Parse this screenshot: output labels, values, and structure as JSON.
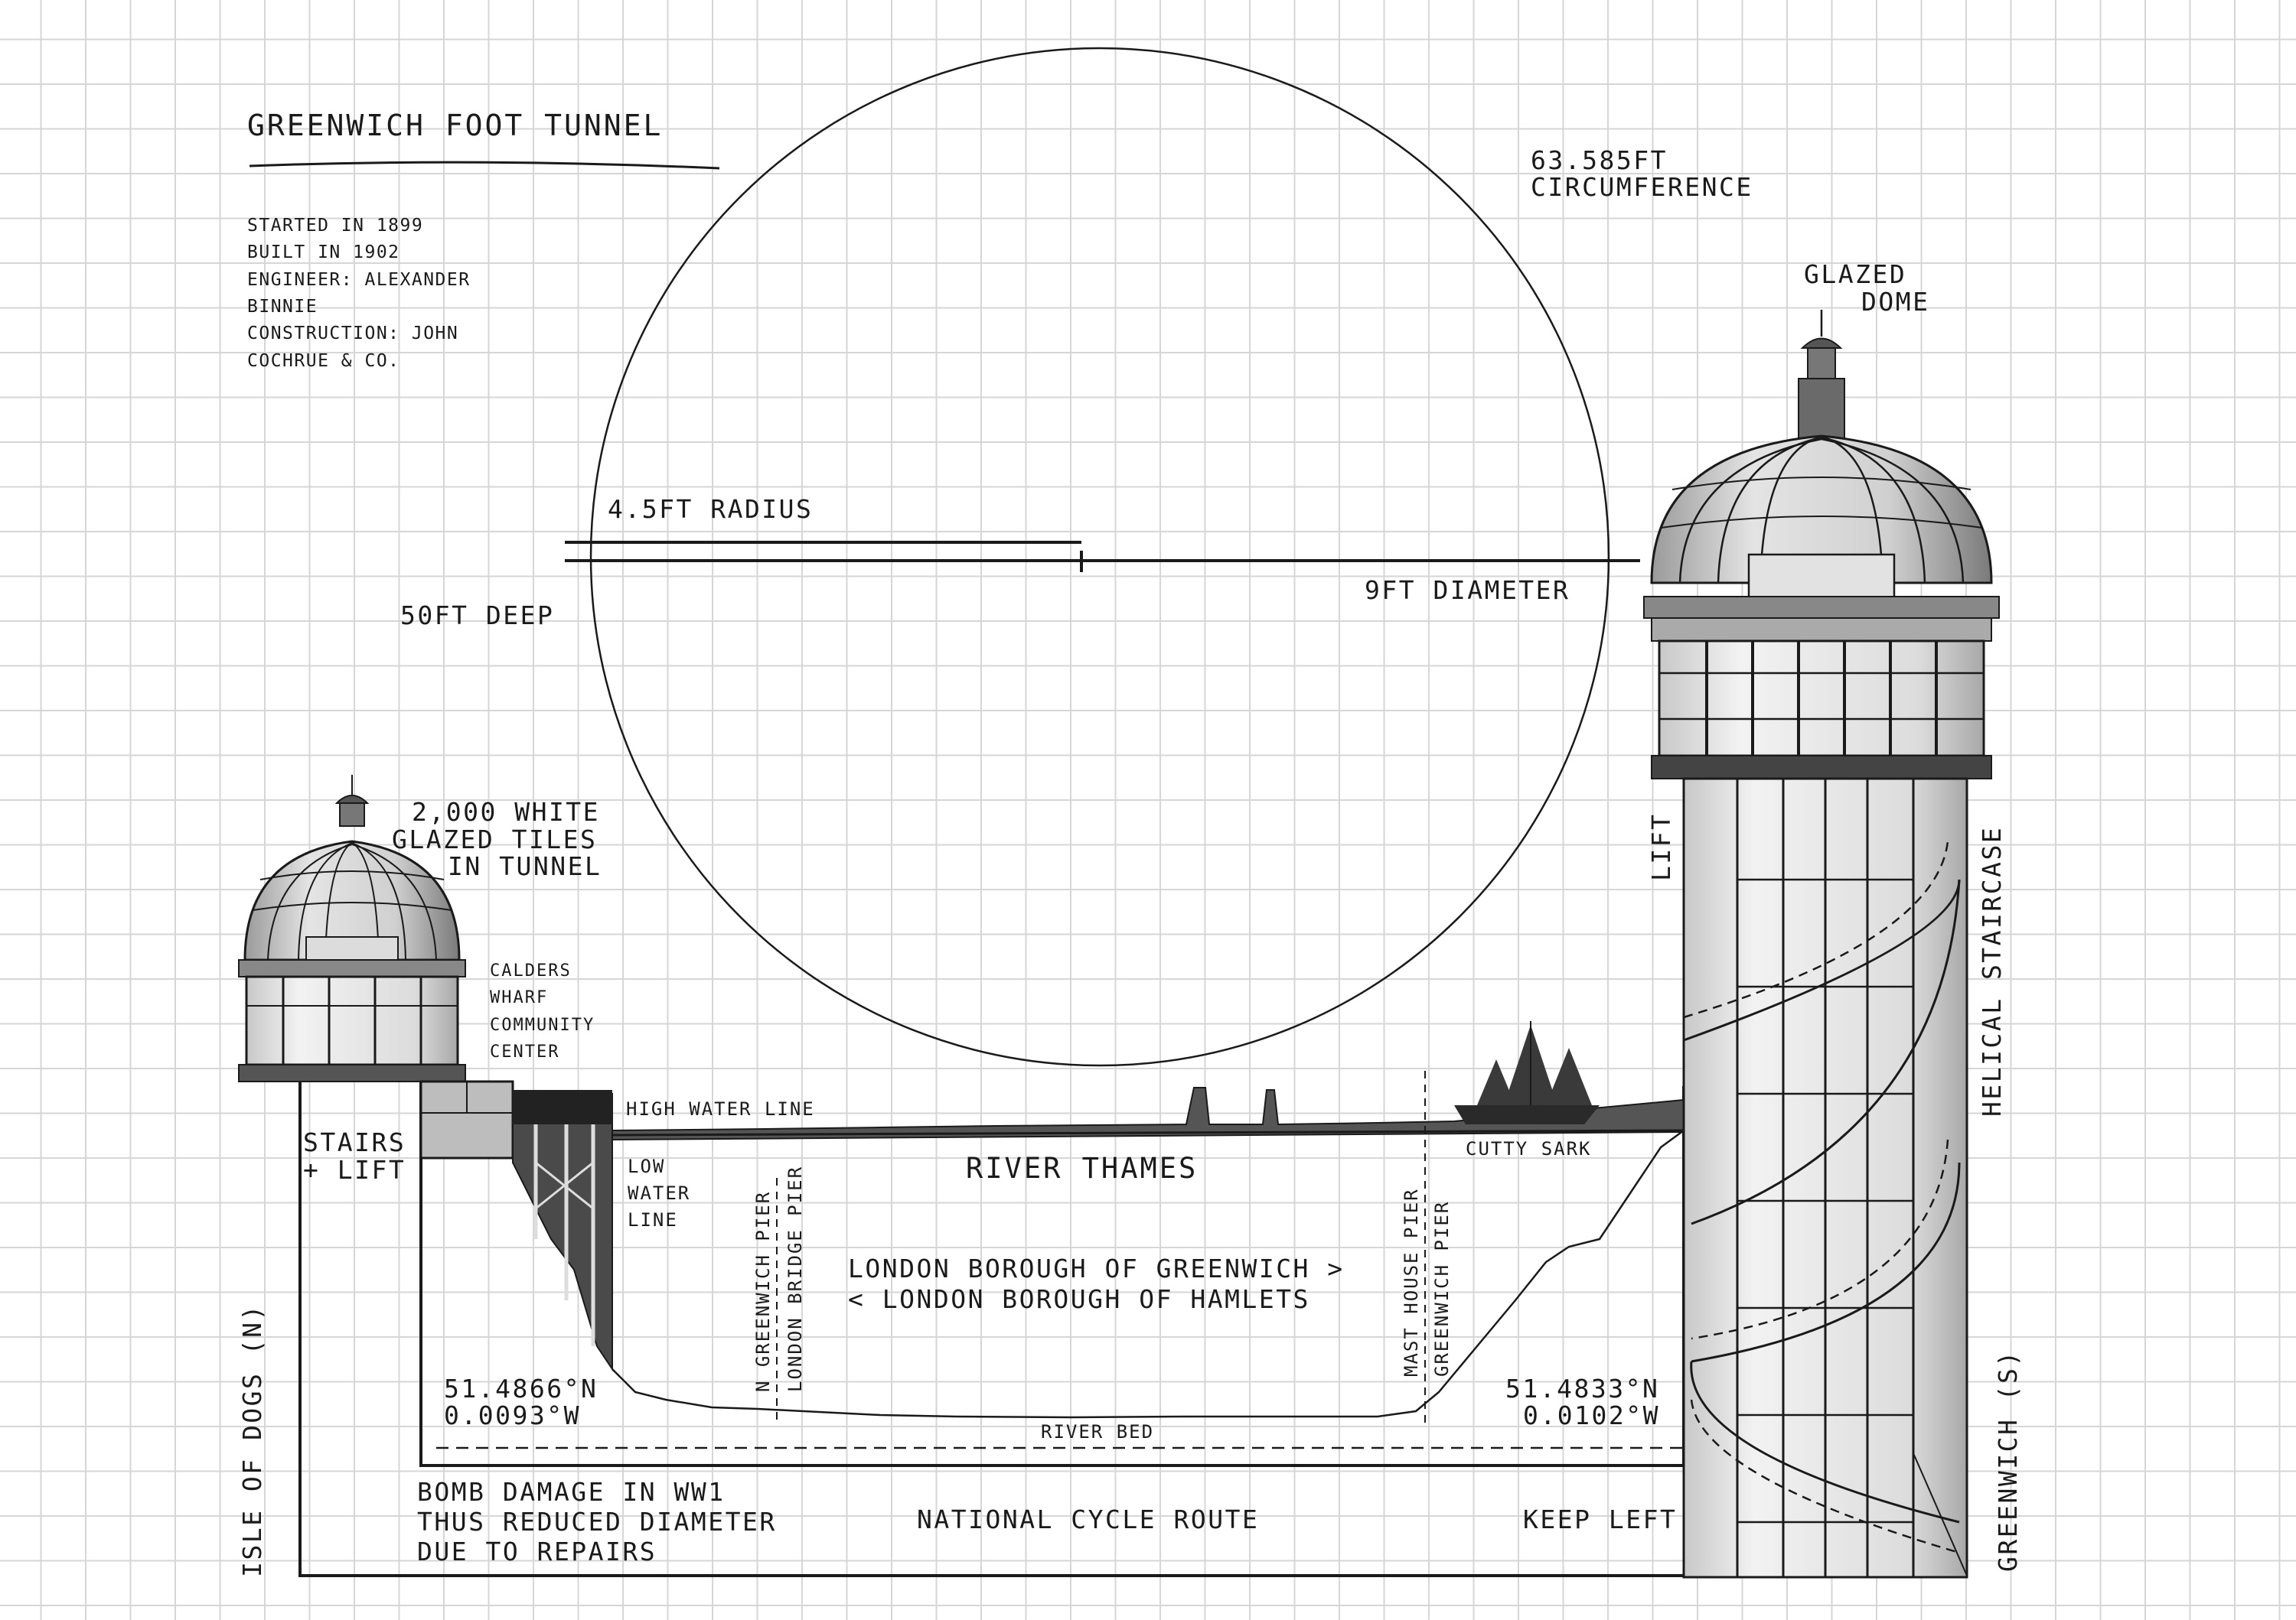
{
  "title": "GREENWICH FOOT TUNNEL",
  "info": {
    "started": "STARTED IN 1899",
    "built": "BUILT IN 1902",
    "engineer_1": "ENGINEER: ALEXANDER",
    "engineer_2": "BINNIE",
    "construction_1": "CONSTRUCTION: JOHN",
    "construction_2": "COCHRUE & CO."
  },
  "circle": {
    "circumference_1": "63.585FT",
    "circumference_2": "CIRCUMFERENCE",
    "radius": "4.5FT RADIUS",
    "diameter": "9FT DIAMETER",
    "depth": "50FT DEEP"
  },
  "north_dome": {
    "tiles_1": "2,000 WHITE",
    "tiles_2": "GLAZED TILES",
    "tiles_3": "IN TUNNEL",
    "calders_1": "CALDERS",
    "calders_2": "WHARF",
    "calders_3": "COMMUNITY",
    "calders_4": "CENTER",
    "stairs_1": "STAIRS",
    "stairs_2": "+ LIFT"
  },
  "south_dome": {
    "glazed_1": "GLAZED",
    "glazed_2": "DOME",
    "lift": "LIFT",
    "staircase": "HELICAL STAIRCASE"
  },
  "river": {
    "high_water": "HIGH WATER LINE",
    "low_water_1": "LOW",
    "low_water_2": "WATER",
    "low_water_3": "LINE",
    "name": "RIVER THAMES",
    "n_greenwich_pier": "N GREENWICH PIER",
    "london_bridge_pier": "LONDON BRIDGE PIER",
    "borough_greenwich": "LONDON BOROUGH OF GREENWICH >",
    "borough_hamlets": "< LONDON BOROUGH OF HAMLETS",
    "mast_house_pier": "MAST HOUSE PIER",
    "greenwich_pier": "GREENWICH PIER",
    "cutty_sark": "CUTTY SARK",
    "river_bed": "RIVER BED"
  },
  "coords": {
    "north_lat": "51.4866°N",
    "north_lon": "0.0093°W",
    "south_lat": "51.4833°N",
    "south_lon": "0.0102°W"
  },
  "tunnel": {
    "bomb_1": "BOMB DAMAGE IN WW1",
    "bomb_2": "THUS REDUCED DIAMETER",
    "bomb_3": "DUE TO REPAIRS",
    "cycle": "NATIONAL CYCLE ROUTE",
    "keep_left": "KEEP LEFT"
  },
  "ends": {
    "north": "ISLE OF DOGS (N)",
    "south": "GREENWICH (S)"
  }
}
